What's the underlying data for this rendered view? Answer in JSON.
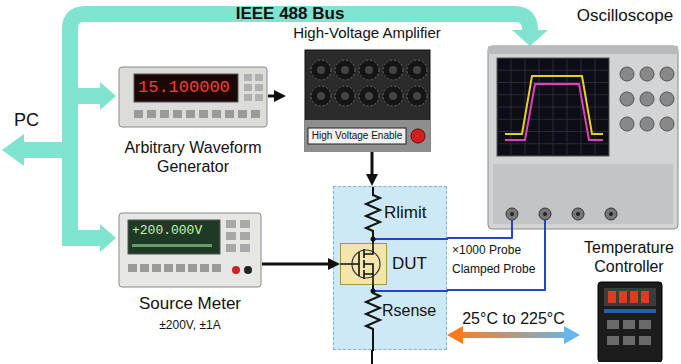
{
  "diagram": {
    "nodes": [
      {
        "text": [
          "Arbitrary Waveform Generator",
          "15.100000"
        ]
      },
      {
        "text": [
          "High-Voltage Amplifier",
          "High Voltage Enable"
        ]
      },
      {
        "text": [
          "Oscilloscope"
        ]
      },
      {
        "text": [
          "Source Meter",
          "±200V, ±1A",
          "+200.000V"
        ]
      },
      {
        "text": [
          "Rlimit",
          "Rsense"
        ]
      },
      {
        "text": [
          "DUT"
        ],
        "in": 4
      },
      {
        "text": [
          "Temperature Controller"
        ]
      }
    ],
    "edges": [
      {
        "from": 0,
        "to": 1,
        "arrow": "to"
      },
      {
        "from": 1,
        "to": 4,
        "arrow": "to"
      },
      {
        "from": 3,
        "to": 5,
        "arrow": "to"
      },
      {
        "from": 4,
        "to": 6,
        "arrow": "both",
        "label": "25°C to 225°C"
      },
      {
        "from": 2,
        "to": 4,
        "arrow": "none",
        "label": "×1000 Probe"
      },
      {
        "from": 2,
        "to": 4,
        "arrow": "none",
        "label": "Clamped Probe"
      }
    ],
    "labels": [
      "IEEE 488 Bus",
      "PC"
    ]
  }
}
